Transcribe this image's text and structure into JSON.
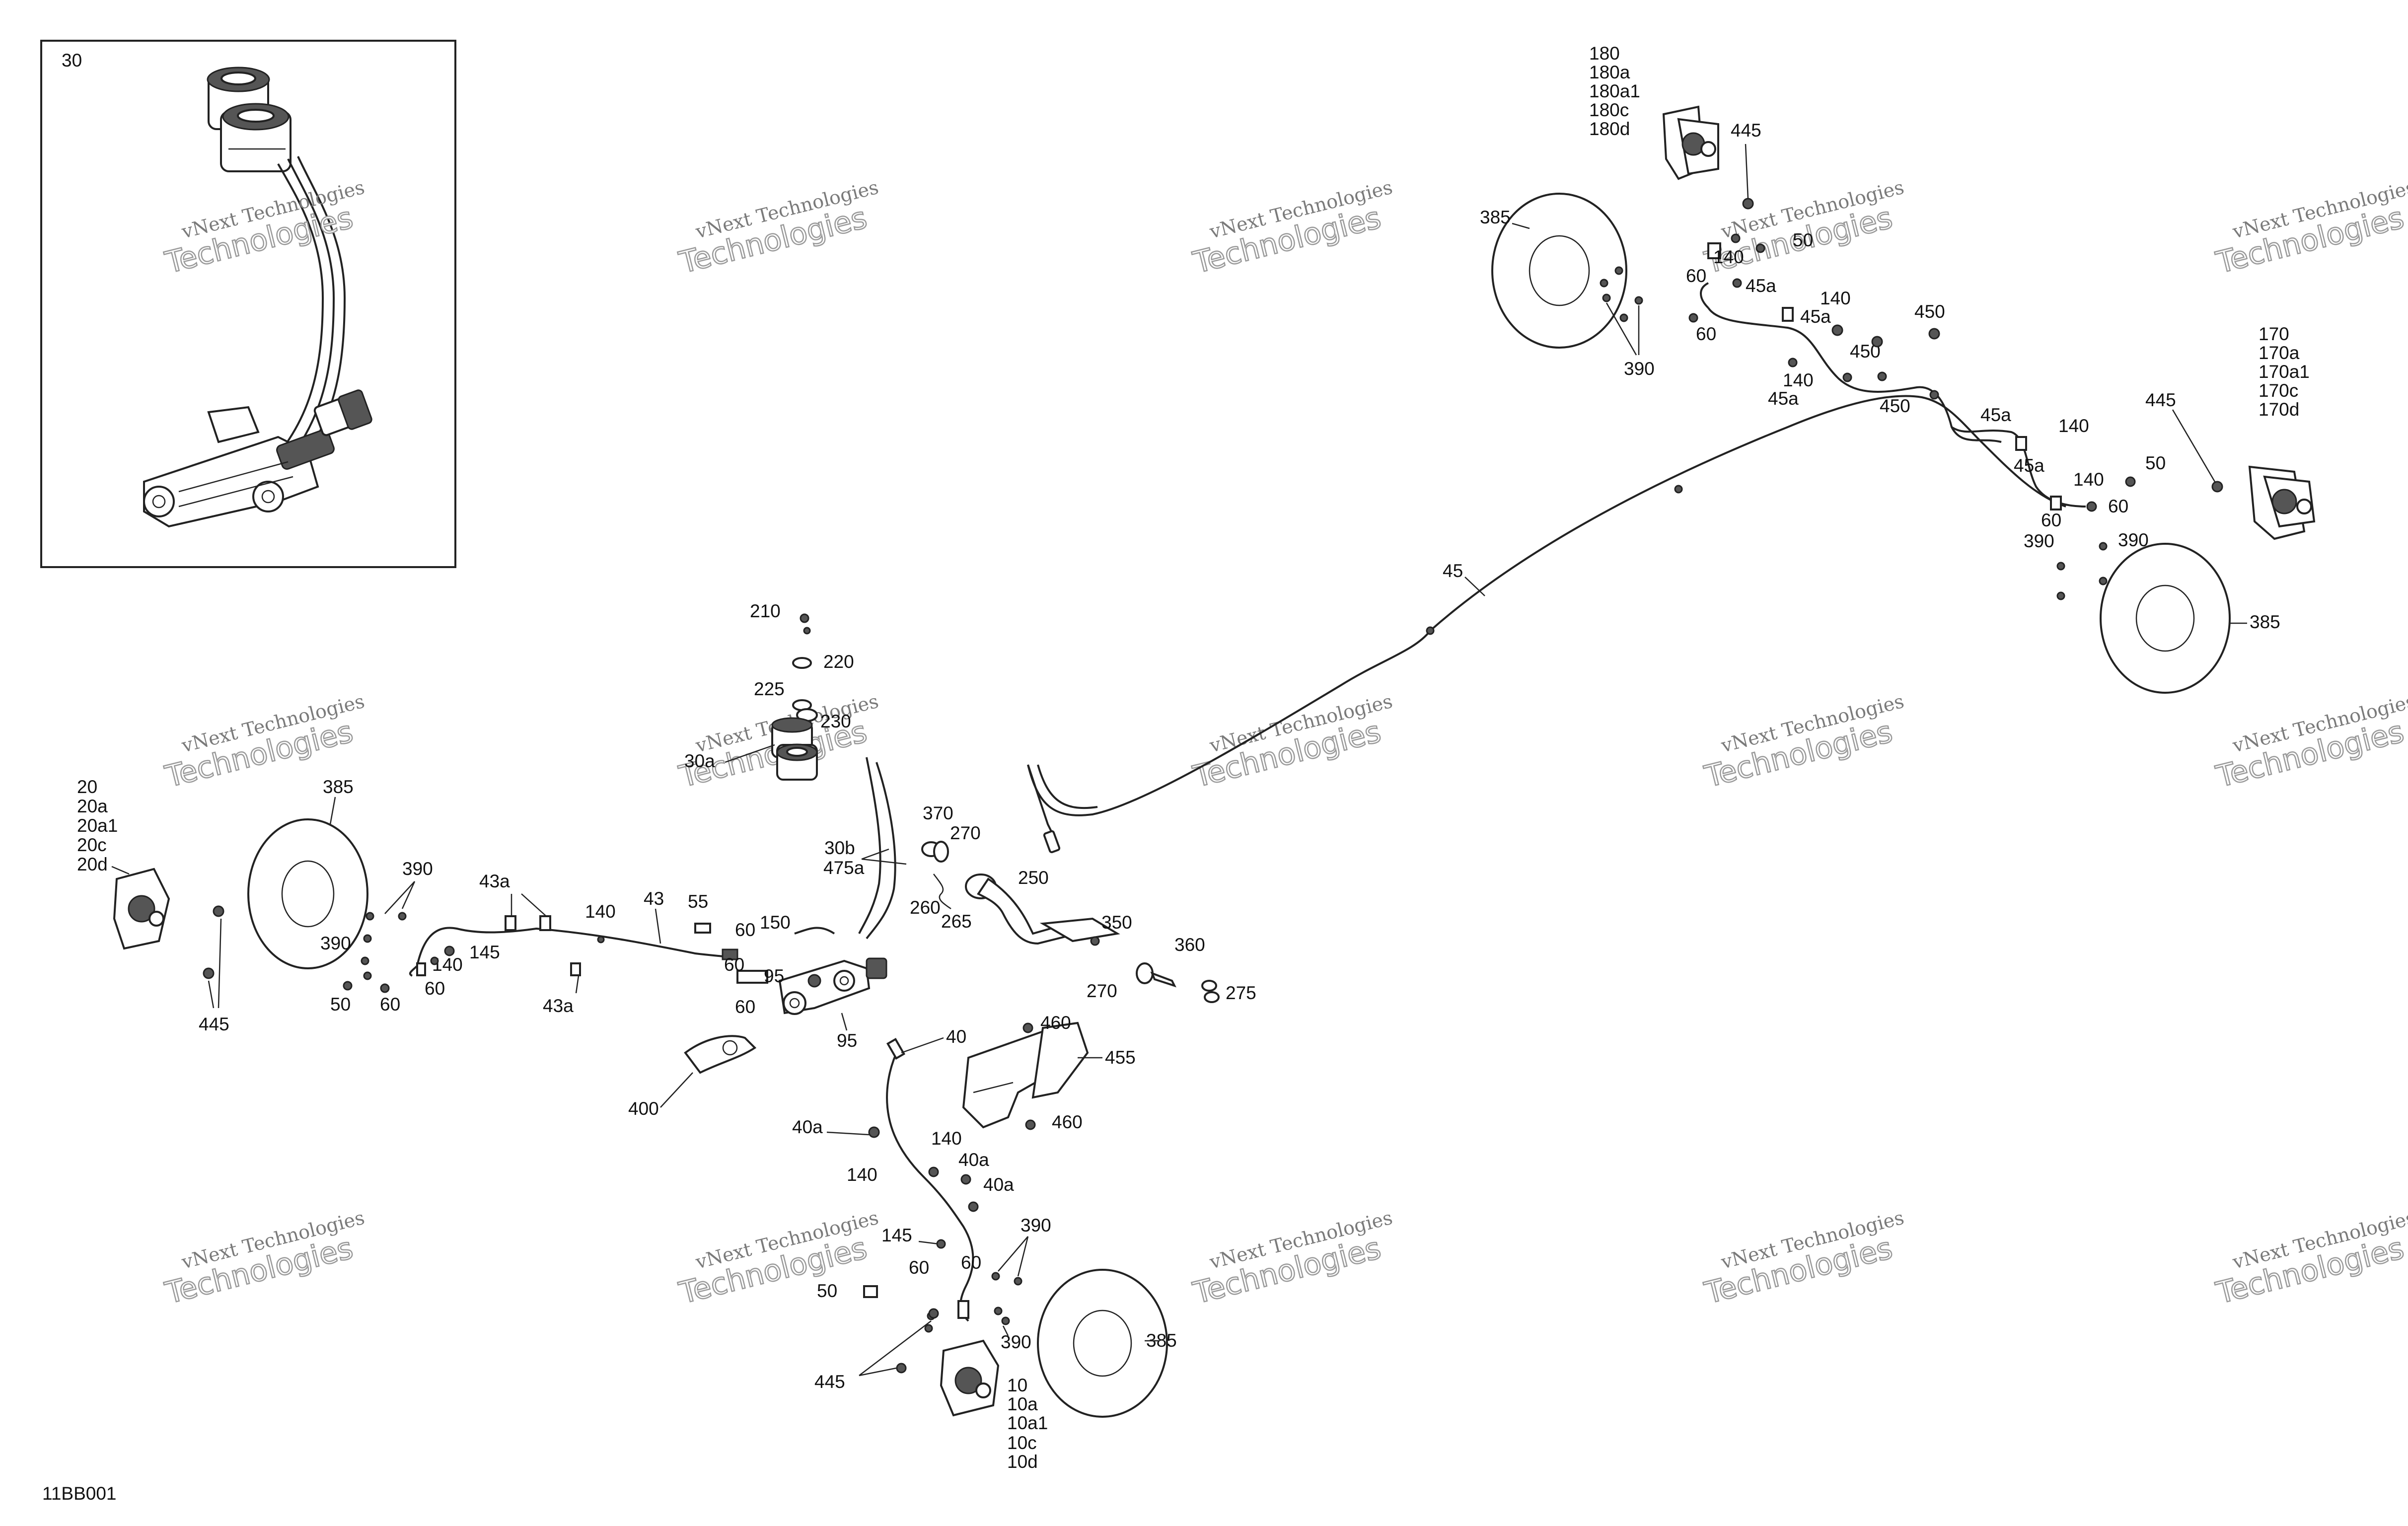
{
  "diagram_code": "11BB001",
  "watermark": {
    "line1": "vNext Technologies",
    "line2": "Technologies"
  },
  "inset": {
    "label": "30"
  },
  "callouts": {
    "c180": [
      "180",
      "180a",
      "180a1",
      "180c",
      "180d"
    ],
    "c170": [
      "170",
      "170a",
      "170a1",
      "170c",
      "170d"
    ],
    "c20": [
      "20",
      "20a",
      "20a1",
      "20c",
      "20d"
    ],
    "c10": [
      "10",
      "10a",
      "10a1",
      "10c",
      "10d"
    ],
    "l445_tr": "445",
    "l385_tr": "385",
    "l140_a": "140",
    "l50_a": "50",
    "l60_a": "60",
    "l45a_a": "45a",
    "l140_b": "140",
    "l45a_b": "45a",
    "l60_b": "60",
    "l390_tr": "390",
    "l450_a": "450",
    "l450_b": "450",
    "l140_c": "140",
    "l45a_c": "45a",
    "l450_c": "450",
    "l45a_d": "45a",
    "l140_d": "140",
    "l445_r": "445",
    "l45a_e": "45a",
    "l50_b": "50",
    "l140_e": "140",
    "l60_c": "60",
    "l60_d": "60",
    "l390_r1": "390",
    "l390_r2": "390",
    "l385_r": "385",
    "l45": "45",
    "l210": "210",
    "l220": "220",
    "l225": "225",
    "l230": "230",
    "l30a": "30a",
    "l385_l": "385",
    "l390_l1": "390",
    "l390_l2": "390",
    "l43a_t": "43a",
    "l140_f": "140",
    "l43": "43",
    "l55": "55",
    "l60_e": "60",
    "l150": "150",
    "l145_l": "145",
    "l140_g": "140",
    "l60_f": "60",
    "l50_c": "50",
    "l60_g": "60",
    "l445_l": "445",
    "l43a_b": "43a",
    "l60_h": "60",
    "l95_a": "95",
    "l60_i": "60",
    "l95_b": "95",
    "l400": "400",
    "l30b": "30b",
    "l475a": "475a",
    "l370": "370",
    "l270_a": "270",
    "l250": "250",
    "l260": "260",
    "l265": "265",
    "l350": "350",
    "l270_b": "270",
    "l360": "360",
    "l275": "275",
    "l40": "40",
    "l460_a": "460",
    "l455": "455",
    "l460_b": "460",
    "l40a_a": "40a",
    "l140_h": "140",
    "l40a_b": "40a",
    "l140_i": "140",
    "l40a_c": "40a",
    "l390_b": "390",
    "l145_b": "145",
    "l60_j": "60",
    "l60_k": "60",
    "l50_d": "50",
    "l390_b2": "390",
    "l385_b": "385",
    "l445_b": "445"
  }
}
